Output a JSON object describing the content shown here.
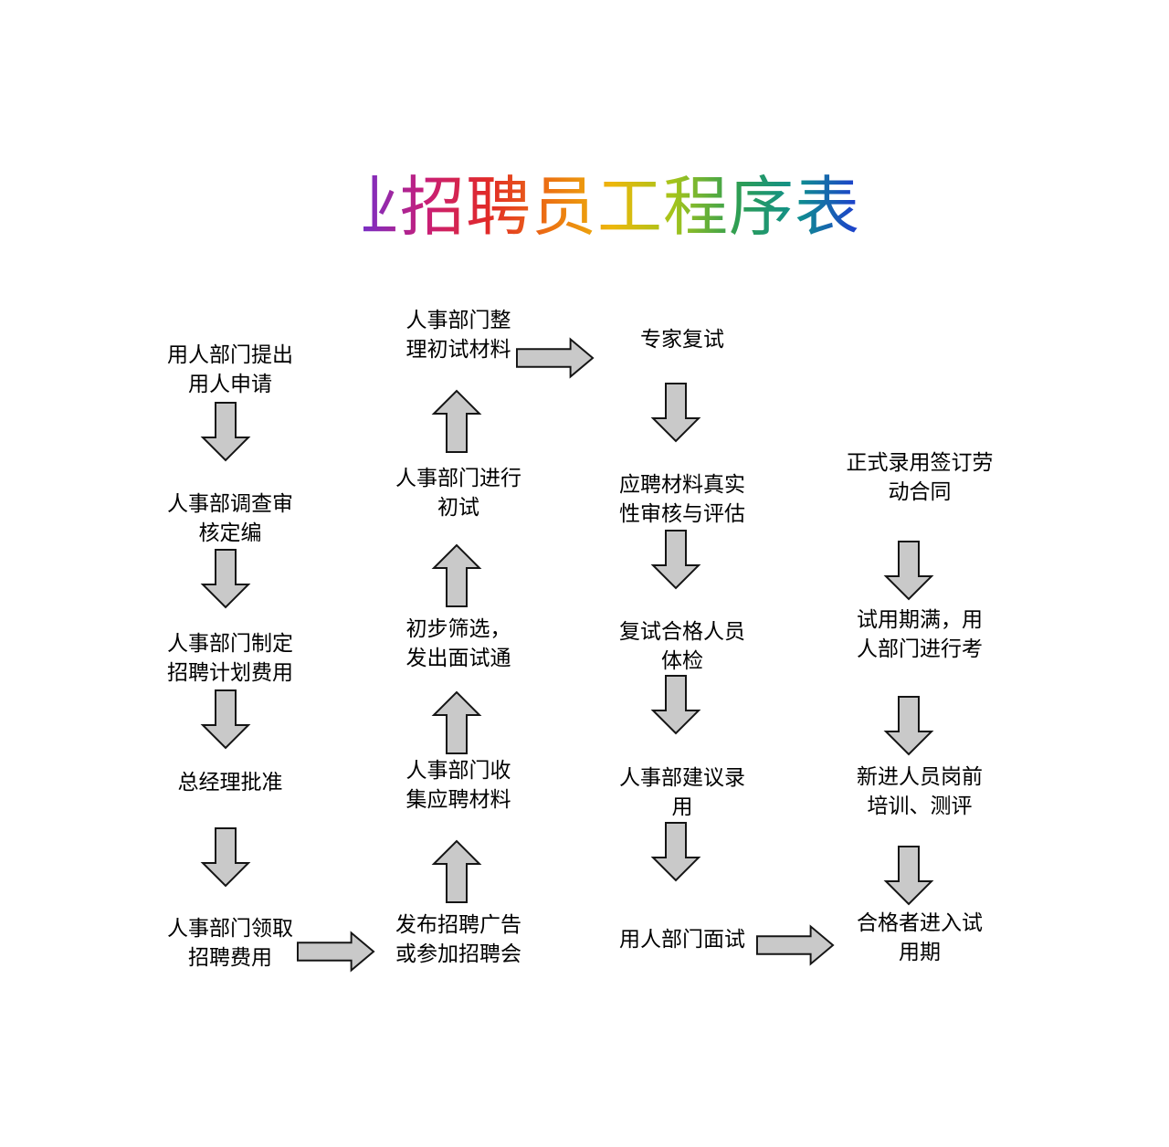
{
  "title": {
    "partial_char": "业",
    "text": "招聘员工程序表",
    "gradient": [
      "#7b2fc4",
      "#c81e78",
      "#e12a28",
      "#ec7312",
      "#edb70b",
      "#a3c41c",
      "#2f9e52",
      "#0f8f8e",
      "#1e3bd0"
    ]
  },
  "flowchart": {
    "arrow_fill": "#c9c9c9",
    "arrow_stroke": "#151515",
    "nodes": [
      {
        "id": "staffing-request",
        "label": "用人部门提出\n用人申请"
      },
      {
        "id": "hr-review-headcount",
        "label": "人事部调查审\n核定编"
      },
      {
        "id": "hr-recruitment-plan-budget",
        "label": "人事部门制定\n招聘计划费用"
      },
      {
        "id": "gm-approval",
        "label": "总经理批准"
      },
      {
        "id": "hr-collect-recruitment-fee",
        "label": "人事部门领取\n招聘费用"
      },
      {
        "id": "hr-organize-initial-materials",
        "label": "人事部门整\n理初试材料"
      },
      {
        "id": "hr-initial-interview",
        "label": "人事部门进行\n初试"
      },
      {
        "id": "preliminary-screening-invite",
        "label": "初步筛选，\n发出面试通"
      },
      {
        "id": "hr-collect-application-materials",
        "label": "人事部门收\n集应聘材料"
      },
      {
        "id": "publish-ads-job-fair",
        "label": "发布招聘广告\n或参加招聘会"
      },
      {
        "id": "expert-reinterview",
        "label": "专家复试"
      },
      {
        "id": "material-verification",
        "label": "应聘材料真实\n性审核与评估"
      },
      {
        "id": "physical-exam",
        "label": "复试合格人员\n体检"
      },
      {
        "id": "hr-hiring-recommendation",
        "label": "人事部建议录\n用"
      },
      {
        "id": "dept-interview",
        "label": "用人部门面试"
      },
      {
        "id": "formal-hiring-contract",
        "label": "正式录用签订劳\n动合同"
      },
      {
        "id": "probation-end-assessment",
        "label": "试用期满，用\n人部门进行考"
      },
      {
        "id": "new-staff-training",
        "label": "新进人员岗前\n培训、测评"
      },
      {
        "id": "qualified-probation",
        "label": "合格者进入试\n用期"
      }
    ]
  }
}
